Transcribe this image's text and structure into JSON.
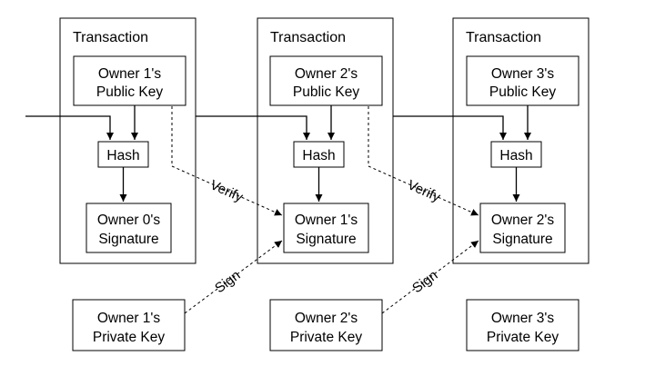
{
  "diagram": {
    "transactions": [
      {
        "title": "Transaction",
        "public_key": [
          "Owner 1's",
          "Public Key"
        ],
        "hash": "Hash",
        "signature": [
          "Owner 0's",
          "Signature"
        ]
      },
      {
        "title": "Transaction",
        "public_key": [
          "Owner 2's",
          "Public Key"
        ],
        "hash": "Hash",
        "signature": [
          "Owner 1's",
          "Signature"
        ]
      },
      {
        "title": "Transaction",
        "public_key": [
          "Owner 3's",
          "Public Key"
        ],
        "hash": "Hash",
        "signature": [
          "Owner 2's",
          "Signature"
        ]
      }
    ],
    "private_keys": [
      [
        "Owner 1's",
        "Private Key"
      ],
      [
        "Owner 2's",
        "Private Key"
      ],
      [
        "Owner 3's",
        "Private Key"
      ]
    ],
    "edge_labels": {
      "verify": "Verify",
      "sign": "Sign"
    },
    "colors": {
      "stroke": "#000000",
      "background": "#ffffff"
    }
  }
}
